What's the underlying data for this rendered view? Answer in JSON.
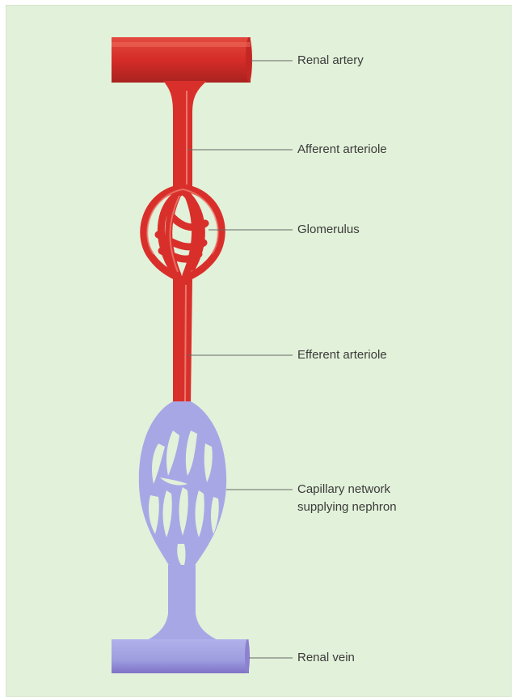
{
  "labels": {
    "renal_artery": "Renal artery",
    "afferent_arteriole": "Afferent arteriole",
    "glomerulus": "Glomerulus",
    "efferent_arteriole": "Efferent arteriole",
    "capillary_line1": "Capillary network",
    "capillary_line2": "supplying nephron",
    "renal_vein": "Renal vein"
  },
  "colors": {
    "background": "#e2f1d9",
    "arterial_red": "#d92f2b",
    "venous_blue": "#a7a7e6",
    "leader_line": "#555555"
  }
}
